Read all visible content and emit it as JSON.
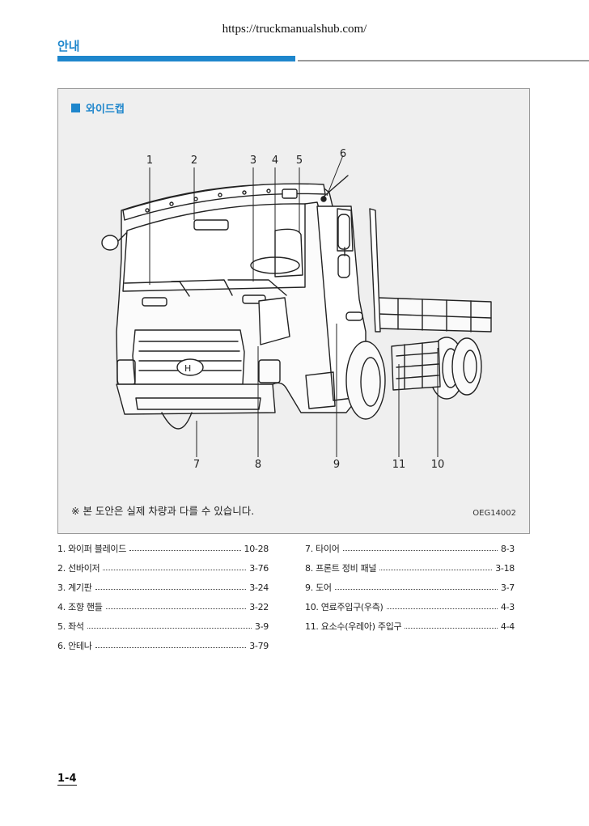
{
  "header": {
    "url": "https://truckmanualshub.com/",
    "section_title": "안내"
  },
  "figure": {
    "title": "와이드캡",
    "callouts": [
      "1",
      "2",
      "3",
      "4",
      "5",
      "6",
      "7",
      "8",
      "9",
      "11",
      "10"
    ],
    "note": "※ 본 도안은 실제 차량과 다를 수 있습니다.",
    "code": "OEG14002",
    "colors": {
      "accent": "#1e86cc",
      "box_bg": "#efefef",
      "box_border": "#9a9a9a"
    }
  },
  "index_left": [
    {
      "label": "1. 와이퍼 블레이드",
      "page": "10-28"
    },
    {
      "label": "2. 선바이저",
      "page": "3-76"
    },
    {
      "label": "3. 계기판",
      "page": "3-24"
    },
    {
      "label": "4. 조향 핸들",
      "page": "3-22"
    },
    {
      "label": "5. 좌석",
      "page": "3-9"
    },
    {
      "label": "6. 안테나",
      "page": "3-79"
    }
  ],
  "index_right": [
    {
      "label": "7. 타이어",
      "page": "8-3"
    },
    {
      "label": "8. 프론트 정비 패널",
      "page": "3-18"
    },
    {
      "label": "9. 도어",
      "page": "3-7"
    },
    {
      "label": "10. 연료주입구(우측)",
      "page": "4-3"
    },
    {
      "label": "11. 요소수(우레아) 주입구",
      "page": "4-4"
    }
  ],
  "footer": {
    "page_number": "1-4"
  }
}
